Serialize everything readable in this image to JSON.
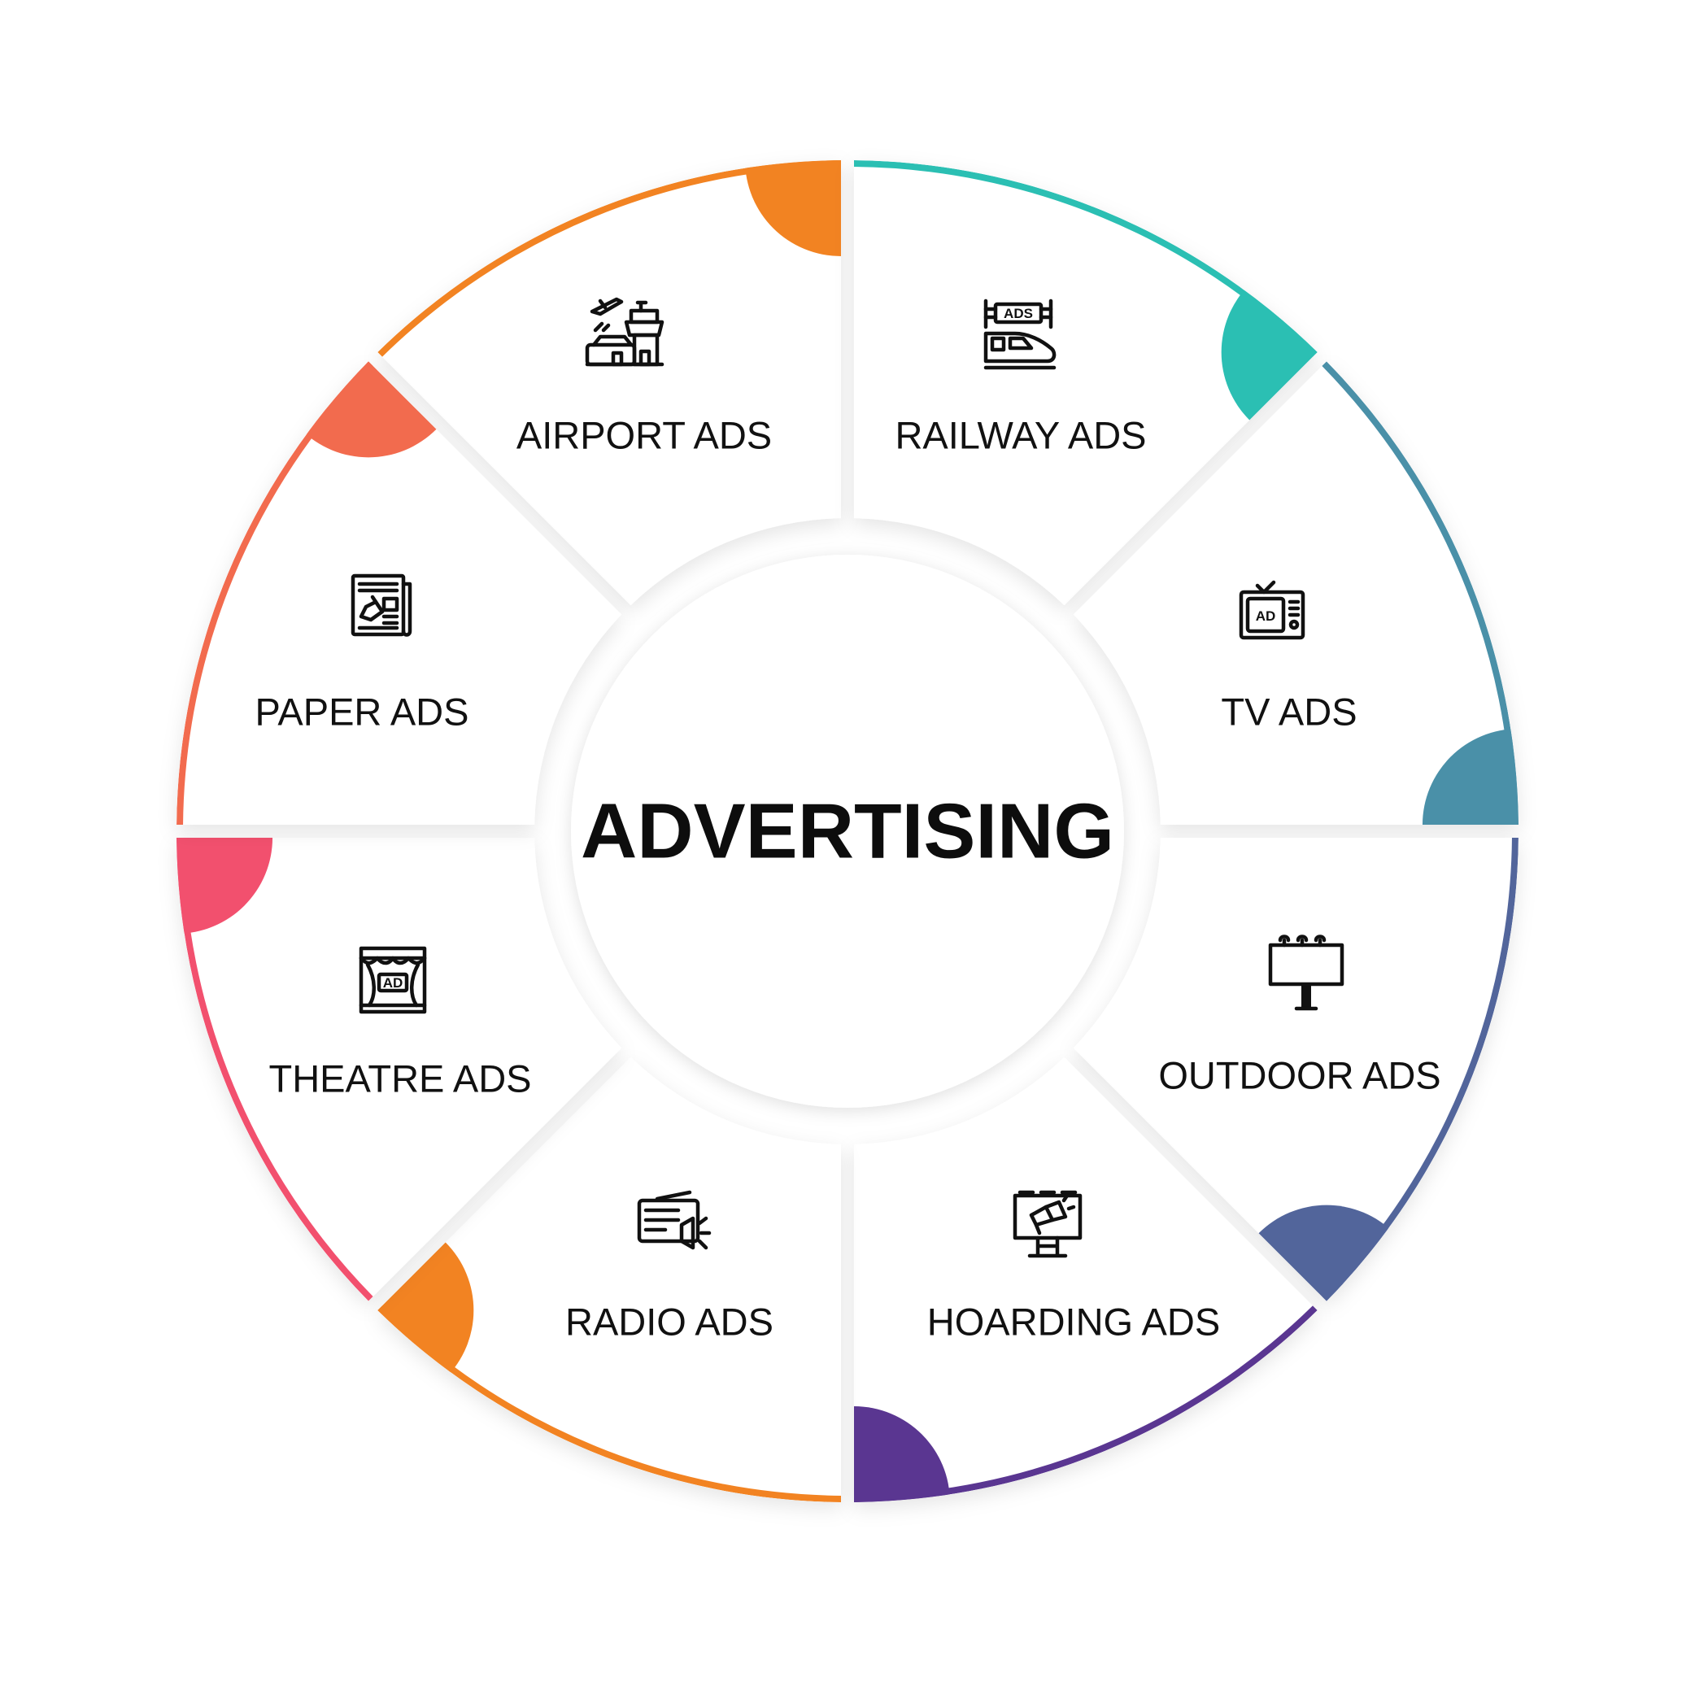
{
  "center": {
    "title": "ADVERTISING"
  },
  "segments": [
    {
      "id": "airport",
      "label": "AIRPORT ADS",
      "color": "#F28322",
      "icon": "airport-tower-icon"
    },
    {
      "id": "railway",
      "label": "RAILWAY ADS",
      "color": "#2BBFB3",
      "icon": "railway-train-icon"
    },
    {
      "id": "tv",
      "label": "TV ADS",
      "color": "#4A90A8",
      "icon": "television-icon",
      "icon_text": "AD"
    },
    {
      "id": "outdoor",
      "label": "OUTDOOR ADS",
      "color": "#52659B",
      "icon": "billboard-icon"
    },
    {
      "id": "hoarding",
      "label": "HOARDING ADS",
      "color": "#5A3691",
      "icon": "hoarding-megaphone-icon"
    },
    {
      "id": "radio",
      "label": "RADIO ADS",
      "color": "#F28322",
      "icon": "radio-icon"
    },
    {
      "id": "theatre",
      "label": "THEATRE ADS",
      "color": "#F2506E",
      "icon": "theatre-stage-icon",
      "icon_text": "AD"
    },
    {
      "id": "paper",
      "label": "PAPER ADS",
      "color": "#F26B4E",
      "icon": "newspaper-icon"
    }
  ],
  "railway_sign_text": "ADS"
}
